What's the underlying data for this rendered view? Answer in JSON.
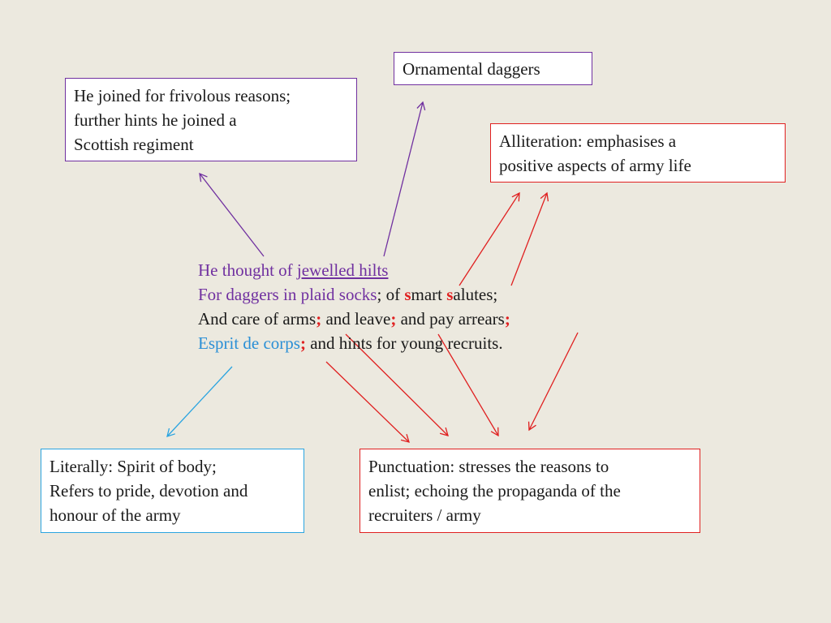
{
  "boxes": {
    "ornamental": {
      "text": "Ornamental daggers"
    },
    "frivolous": {
      "lines": [
        "He joined for frivolous reasons;",
        "further hints he joined a",
        "Scottish regiment"
      ]
    },
    "alliteration": {
      "lines": [
        "Alliteration: emphasises a",
        "positive aspects of army life"
      ]
    },
    "literally": {
      "lines": [
        "Literally: Spirit of body;",
        "Refers to pride, devotion and",
        "honour of the army"
      ]
    },
    "punctuation": {
      "lines": [
        "Punctuation: stresses the reasons to",
        "enlist; echoing the propaganda of the",
        "recruiters / army"
      ]
    }
  },
  "poem": {
    "line1": {
      "prefix": "He thought of ",
      "underlined": "jewelled hilts"
    },
    "line2": {
      "purple": "For daggers in plaid socks",
      "rest1": "; of ",
      "s1": "s",
      "rest2": "mart ",
      "s2": "s",
      "rest3": "alutes;"
    },
    "line3": {
      "a": "And care of arms",
      "semi1": ";",
      "b": " and leave",
      "semi2": ";",
      "c": " and pay arrears",
      "semi3": ";"
    },
    "line4": {
      "blue": "Esprit de corps",
      "semi": ";",
      "rest": " and hints for young recruits."
    }
  },
  "colors": {
    "background": "#ece9df",
    "purple": "#7030a0",
    "red": "#e02020",
    "blue": "#2aa4e0"
  }
}
